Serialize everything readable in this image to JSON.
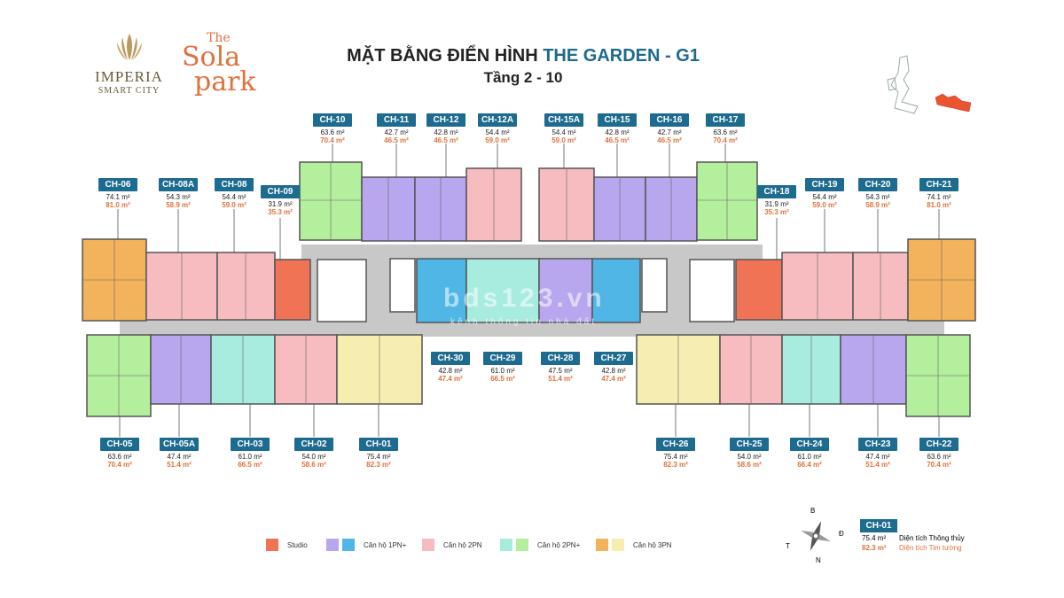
{
  "branding": {
    "imperia_name": "IMPERIA",
    "imperia_sub": "SMART CITY",
    "sola_the": "The",
    "sola_word": "Sola",
    "sola_park": "park"
  },
  "title": {
    "main": "MẶT BẰNG ĐIỂN HÌNH ",
    "highlight": "THE GARDEN - G1",
    "floors": "Tầng 2 - 10"
  },
  "units": [
    {
      "code": "CH-10",
      "a1": "63.6 m²",
      "a2": "70.4 m²"
    },
    {
      "code": "CH-11",
      "a1": "42.7 m²",
      "a2": "46.5 m²"
    },
    {
      "code": "CH-12",
      "a1": "42.8 m²",
      "a2": "46.5 m²"
    },
    {
      "code": "CH-12A",
      "a1": "54.4 m²",
      "a2": "59.0 m²"
    },
    {
      "code": "CH-15A",
      "a1": "54.4 m²",
      "a2": "59.0 m²"
    },
    {
      "code": "CH-15",
      "a1": "42.8 m²",
      "a2": "46.5 m²"
    },
    {
      "code": "CH-16",
      "a1": "42.7 m²",
      "a2": "46.5 m²"
    },
    {
      "code": "CH-17",
      "a1": "63.6 m²",
      "a2": "70.4 m²"
    },
    {
      "code": "CH-06",
      "a1": "74.1 m²",
      "a2": "81.0 m²"
    },
    {
      "code": "CH-08A",
      "a1": "54.3 m²",
      "a2": "58.9 m²"
    },
    {
      "code": "CH-08",
      "a1": "54.4 m²",
      "a2": "59.0 m²"
    },
    {
      "code": "CH-09",
      "a1": "31.9 m²",
      "a2": "35.3 m²"
    },
    {
      "code": "CH-18",
      "a1": "31.9 m²",
      "a2": "35.3 m²"
    },
    {
      "code": "CH-19",
      "a1": "54.4 m²",
      "a2": "59.0 m²"
    },
    {
      "code": "CH-20",
      "a1": "54.3 m²",
      "a2": "58.9 m²"
    },
    {
      "code": "CH-21",
      "a1": "74.1 m²",
      "a2": "81.0 m²"
    },
    {
      "code": "CH-30",
      "a1": "42.8 m²",
      "a2": "47.4 m²"
    },
    {
      "code": "CH-29",
      "a1": "61.0 m²",
      "a2": "66.5 m²"
    },
    {
      "code": "CH-28",
      "a1": "47.5 m²",
      "a2": "51.4 m²"
    },
    {
      "code": "CH-27",
      "a1": "42.8 m²",
      "a2": "47.4 m²"
    },
    {
      "code": "CH-05",
      "a1": "63.6 m²",
      "a2": "70.4 m²"
    },
    {
      "code": "CH-05A",
      "a1": "47.4 m²",
      "a2": "51.4 m²"
    },
    {
      "code": "CH-03",
      "a1": "61.0 m²",
      "a2": "66.5 m²"
    },
    {
      "code": "CH-02",
      "a1": "54.0 m²",
      "a2": "58.6 m²"
    },
    {
      "code": "CH-01",
      "a1": "75.4 m²",
      "a2": "82.3 m²"
    },
    {
      "code": "CH-26",
      "a1": "75.4 m²",
      "a2": "82.3 m²"
    },
    {
      "code": "CH-25",
      "a1": "54.0 m²",
      "a2": "58.6 m²"
    },
    {
      "code": "CH-24",
      "a1": "61.0 m²",
      "a2": "66.4 m²"
    },
    {
      "code": "CH-23",
      "a1": "47.4 m²",
      "a2": "51.4 m²"
    },
    {
      "code": "CH-22",
      "a1": "63.6 m²",
      "a2": "70.4 m²"
    }
  ],
  "legend": [
    {
      "label": "Studio",
      "colors": [
        "#f07356"
      ]
    },
    {
      "label": "Căn hộ 1PN+",
      "colors": [
        "#b8a6ef",
        "#4fb6e6"
      ]
    },
    {
      "label": "Căn hộ 2PN",
      "colors": [
        "#f6bcc0"
      ]
    },
    {
      "label": "Căn hộ 2PN+",
      "colors": [
        "#a8ecdf",
        "#b3ef9c"
      ]
    },
    {
      "label": "Căn hộ 3PN",
      "colors": [
        "#f3b25c",
        "#f6eeb0"
      ]
    }
  ],
  "compass": {
    "n": "B",
    "s": "N",
    "e": "Đ",
    "w": "T"
  },
  "key": {
    "code": "CH-01",
    "a1": "75.4 m²",
    "a1_label": "Diện tích Thông thủy",
    "a2": "82.3 m²",
    "a2_label": "Diện tích Tim tường"
  },
  "watermark": {
    "main": "bds123.vn",
    "sub": "kênh thông tin nhà đất"
  },
  "colors": {
    "accent": "#1d6b8f",
    "orange": "#e0713c"
  }
}
